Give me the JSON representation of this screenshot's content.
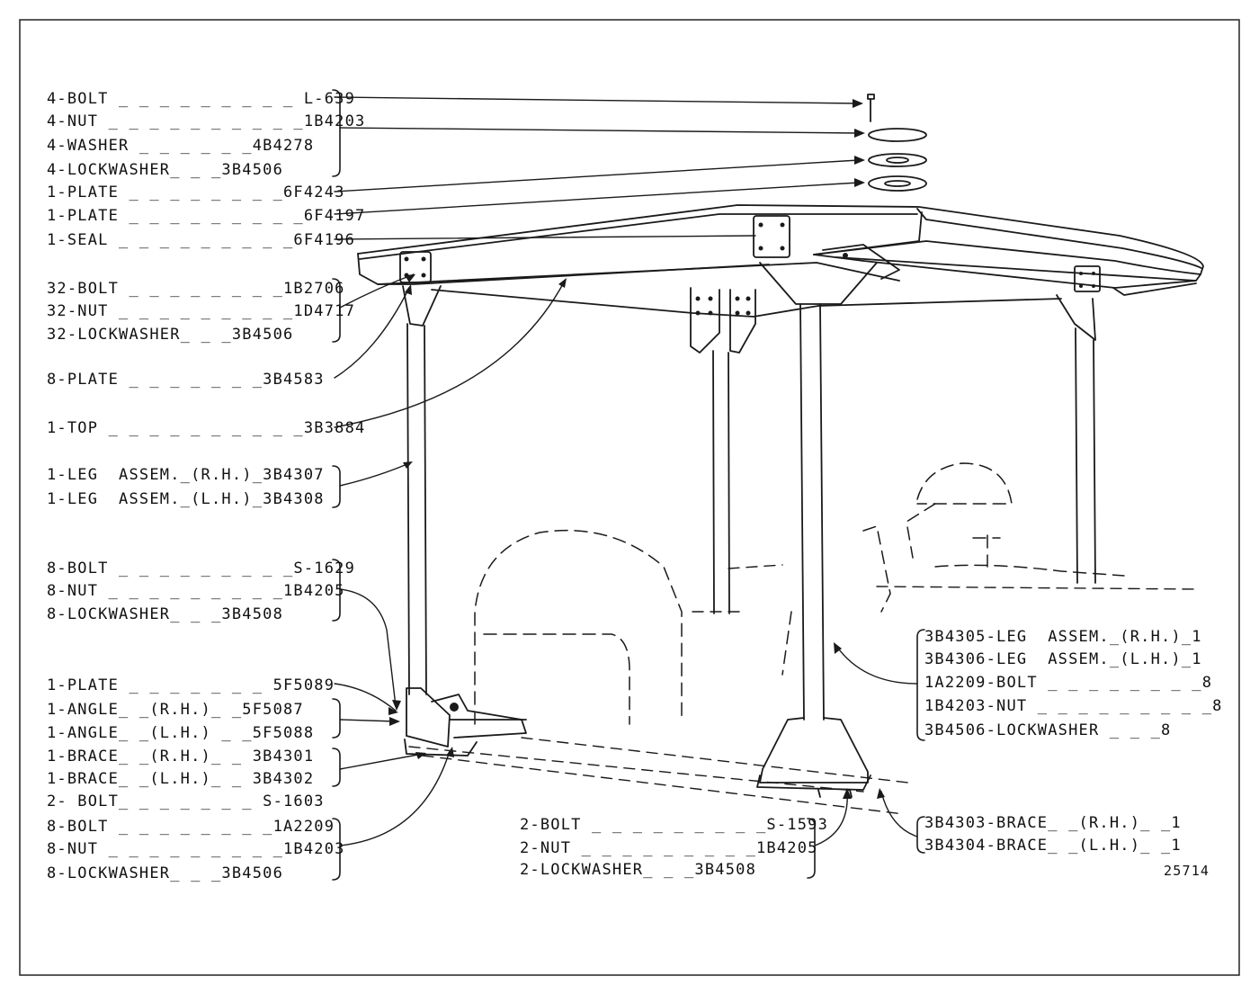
{
  "figure_number": "25714",
  "groups": {
    "top_hardware": [
      {
        "text": "4-BOLT _ _ _ _ _ _ _ _ _ L-639"
      },
      {
        "text": "4-NUT _ _ _ _ _ _ _ _ _ _1B4203"
      },
      {
        "text": "4-WASHER _ _ _ _ _ _4B4278"
      },
      {
        "text": "4-LOCKWASHER_ _ _3B4506"
      }
    ],
    "plates_seal": [
      {
        "text": "1-PLATE _ _ _ _ _ _ _ _6F4243"
      },
      {
        "text": "1-PLATE _ _ _ _ _ _ _ _ _6F4197"
      },
      {
        "text": "1-SEAL _ _ _ _ _ _ _ _ _6F4196"
      }
    ],
    "frame_bolts": [
      {
        "text": "32-BOLT _ _ _ _ _ _ _ _1B2706"
      },
      {
        "text": "32-NUT _ _ _ _ _ _ _ _ _1D4717"
      },
      {
        "text": "32-LOCKWASHER_ _ _3B4506"
      }
    ],
    "plate_8": {
      "text": "8-PLATE _ _ _ _ _ _ _3B4583"
    },
    "top": {
      "text": "1-TOP _ _ _ _ _ _ _ _ _ _3B3884"
    },
    "legs_left": [
      {
        "text": "1-LEG  ASSEM._(R.H.)_3B4307"
      },
      {
        "text": "1-LEG  ASSEM._(L.H.)_3B4308"
      }
    ],
    "leg_bolts": [
      {
        "text": "8-BOLT _ _ _ _ _ _ _ _ _S-1629"
      },
      {
        "text": "8-NUT _ _ _ _ _ _ _ _ _1B4205"
      },
      {
        "text": "8-LOCKWASHER_ _ _3B4508"
      }
    ],
    "base_parts": [
      {
        "text": "1-PLATE _ _ _ _ _ _ _ 5F5089"
      },
      {
        "text": "1-ANGLE_ _(R.H.)_ _5F5087"
      },
      {
        "text": "1-ANGLE_ _(L.H.) _ _5F5088"
      },
      {
        "text": "1-BRACE_ _(R.H.)_ _ 3B4301"
      },
      {
        "text": "1-BRACE_ _(L.H.)_ _ 3B4302"
      },
      {
        "text": "2- BOLT_ _ _ _ _ _ _ S-1603"
      }
    ],
    "base_bolts": [
      {
        "text": "8-BOLT _ _ _ _ _ _ _ _1A2209"
      },
      {
        "text": "8-NUT _ _ _ _ _ _ _ _ _1B4203"
      },
      {
        "text": "8-LOCKWASHER_ _ _3B4506"
      }
    ],
    "center_bolts": [
      {
        "text": "2-BOLT _ _ _ _ _ _ _ _ _S-1593"
      },
      {
        "text": "2-NUT _ _ _ _ _ _ _ _ _1B4205"
      },
      {
        "text": "2-LOCKWASHER_ _ _3B4508"
      }
    ],
    "right_legs": [
      {
        "text": "3B4305-LEG  ASSEM._(R.H.)_1"
      },
      {
        "text": "3B4306-LEG  ASSEM._(L.H.)_1"
      },
      {
        "text": "1A2209-BOLT _ _ _ _ _ _ _ _8"
      },
      {
        "text": "1B4203-NUT _ _ _ _ _ _ _ _ _8"
      },
      {
        "text": "3B4506-LOCKWASHER _ _ _8"
      }
    ],
    "right_braces": [
      {
        "text": "3B4303-BRACE_ _(R.H.)_ _1"
      },
      {
        "text": "3B4304-BRACE_ _(L.H.)_ _1"
      }
    ]
  }
}
